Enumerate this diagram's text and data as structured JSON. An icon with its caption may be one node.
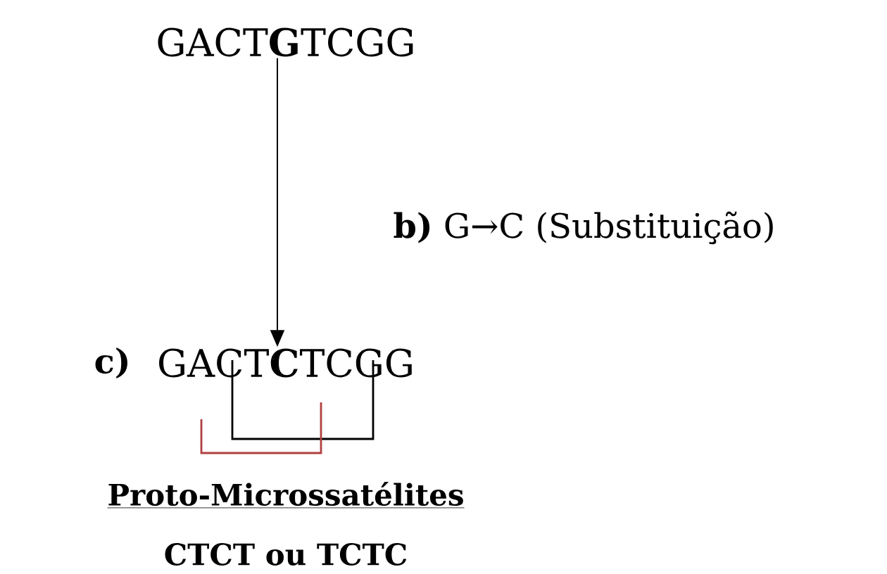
{
  "diagram": {
    "nodes": [
      {
        "text": [
          "GACT**G**TCGG"
        ]
      },
      {
        "text": [
          "GACT**C**TCGG"
        ],
        "beside": [
          "c)"
        ]
      }
    ],
    "edges": [
      {
        "from": 0,
        "to": 1,
        "arrow": "to",
        "label": "**b)** G→C (Substituição)"
      }
    ],
    "labels": [
      "Proto-Microssatélites",
      "CTCT ou TCTC"
    ]
  }
}
